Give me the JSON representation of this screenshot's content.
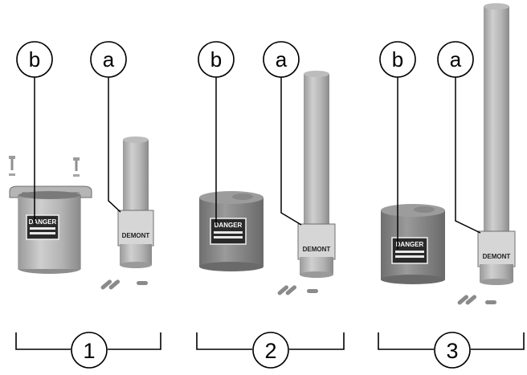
{
  "callout_letters": {
    "shield": "b",
    "post": "a"
  },
  "warning_label": {
    "title": "DANGER"
  },
  "brand_text": "DEMONT",
  "sets": [
    {
      "number": "1"
    },
    {
      "number": "2"
    },
    {
      "number": "3"
    }
  ],
  "colors": {
    "metal_light": "#c9c9c9",
    "metal_mid": "#a6a6a6",
    "metal_dark": "#7d7d7d",
    "line": "#000000",
    "label_bg": "#2a2a2a"
  }
}
